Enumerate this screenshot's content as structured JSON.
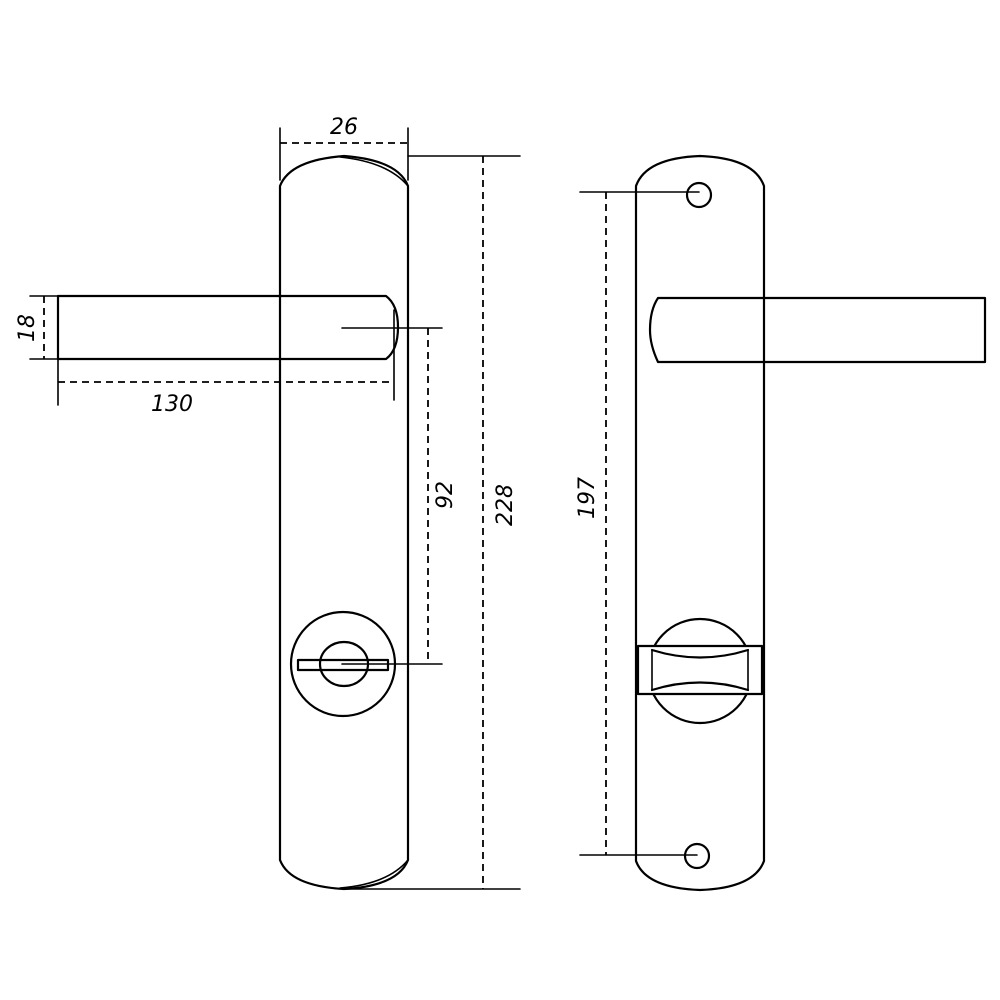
{
  "dimensions": {
    "plate_width": "26",
    "handle_thickness": "18",
    "handle_length": "130",
    "handle_to_lock": "92",
    "plate_height": "228",
    "screw_spacing": "197"
  },
  "colors": {
    "stroke": "#000000",
    "background": "#ffffff"
  }
}
